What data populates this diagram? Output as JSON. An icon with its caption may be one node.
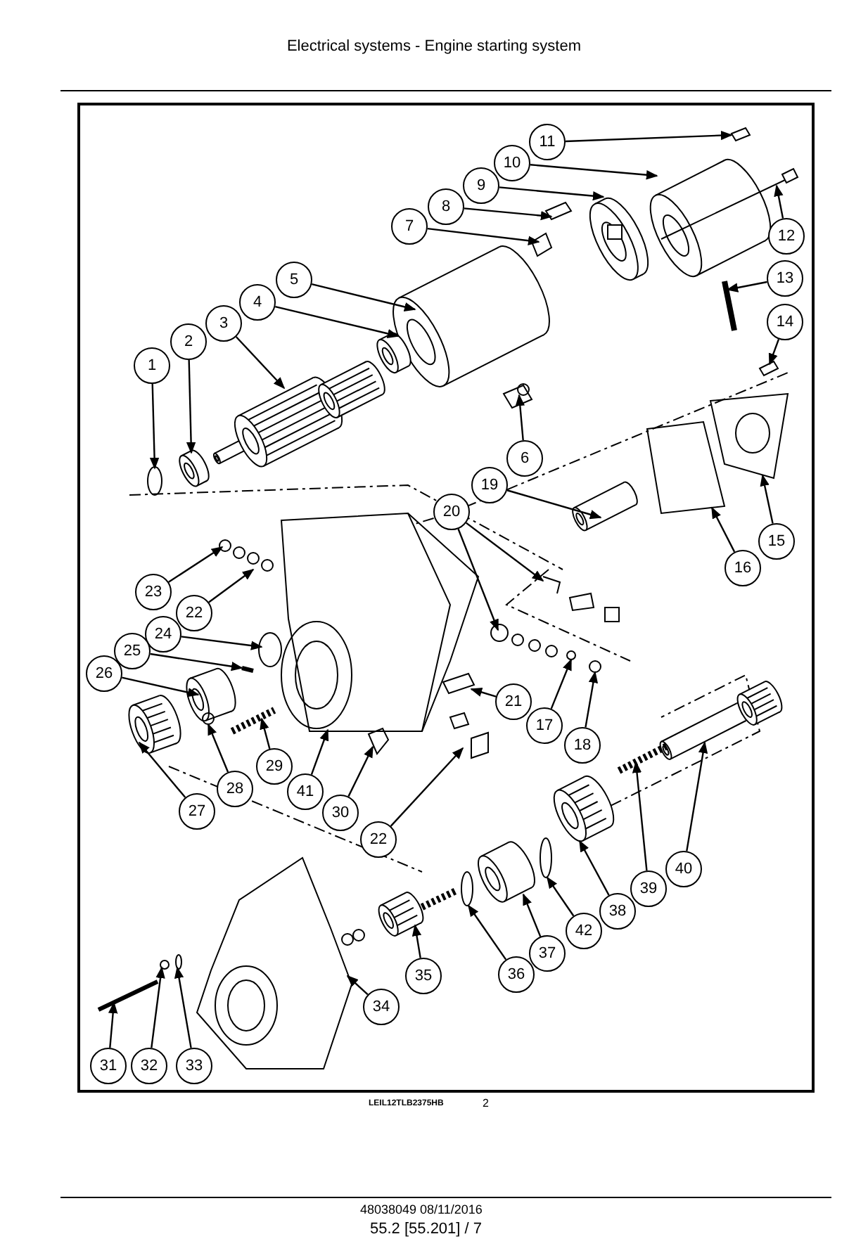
{
  "diagram": {
    "title": "Electrical systems - Engine starting system",
    "nodes": [
      {
        "text": [
          "11"
        ]
      },
      {
        "text": [
          "10"
        ]
      },
      {
        "text": [
          "9"
        ]
      },
      {
        "text": [
          "8"
        ]
      },
      {
        "text": [
          "7"
        ]
      },
      {
        "text": [
          "12"
        ]
      },
      {
        "text": [
          "5"
        ]
      },
      {
        "text": [
          "13"
        ]
      },
      {
        "text": [
          "4"
        ]
      },
      {
        "text": [
          "14"
        ]
      },
      {
        "text": [
          "3"
        ]
      },
      {
        "text": [
          "2"
        ]
      },
      {
        "text": [
          "1"
        ]
      },
      {
        "text": [
          "6"
        ]
      },
      {
        "text": [
          "19"
        ]
      },
      {
        "text": [
          "20"
        ]
      },
      {
        "text": [
          "15"
        ]
      },
      {
        "text": [
          "16"
        ]
      },
      {
        "text": [
          "23"
        ]
      },
      {
        "text": [
          "22"
        ]
      },
      {
        "text": [
          "24"
        ]
      },
      {
        "text": [
          "25"
        ]
      },
      {
        "text": [
          "26"
        ]
      },
      {
        "text": [
          "21"
        ]
      },
      {
        "text": [
          "17"
        ]
      },
      {
        "text": [
          "18"
        ]
      },
      {
        "text": [
          "29"
        ]
      },
      {
        "text": [
          "28"
        ]
      },
      {
        "text": [
          "41"
        ]
      },
      {
        "text": [
          "27"
        ]
      },
      {
        "text": [
          "30"
        ]
      },
      {
        "text": [
          "22"
        ]
      },
      {
        "text": [
          "40"
        ]
      },
      {
        "text": [
          "39"
        ]
      },
      {
        "text": [
          "38"
        ]
      },
      {
        "text": [
          "42"
        ]
      },
      {
        "text": [
          "37"
        ]
      },
      {
        "text": [
          "36"
        ]
      },
      {
        "text": [
          "35"
        ]
      },
      {
        "text": [
          "34"
        ]
      },
      {
        "text": [
          "31"
        ]
      },
      {
        "text": [
          "32"
        ]
      },
      {
        "text": [
          "33"
        ]
      },
      {
        "text": [],
        "shape": "picture"
      },
      {
        "text": [],
        "shape": "picture"
      },
      {
        "text": [],
        "shape": "picture"
      },
      {
        "text": [],
        "shape": "picture"
      },
      {
        "text": [],
        "shape": "picture"
      },
      {
        "text": [],
        "shape": "picture"
      },
      {
        "text": [],
        "shape": "picture"
      },
      {
        "text": [],
        "shape": "picture"
      },
      {
        "text": [],
        "shape": "picture"
      },
      {
        "text": [],
        "shape": "picture"
      },
      {
        "text": [],
        "shape": "picture"
      },
      {
        "text": [],
        "shape": "picture"
      },
      {
        "text": [],
        "shape": "circle"
      },
      {
        "text": [],
        "shape": "picture"
      },
      {
        "text": [],
        "shape": "picture"
      },
      {
        "text": [],
        "shape": "picture"
      },
      {
        "text": [],
        "shape": "picture"
      },
      {
        "text": [],
        "shape": "picture"
      },
      {
        "text": [],
        "shape": "picture"
      },
      {
        "text": [],
        "shape": "circle"
      },
      {
        "text": [],
        "shape": "picture"
      },
      {
        "text": [],
        "shape": "circle"
      },
      {
        "text": [],
        "shape": "picture"
      },
      {
        "text": [],
        "shape": "picture"
      },
      {
        "text": [],
        "shape": "picture"
      },
      {
        "text": [],
        "shape": "circle"
      },
      {
        "text": [],
        "shape": "circle"
      },
      {
        "text": [],
        "shape": "picture"
      },
      {
        "text": [],
        "shape": "circle"
      },
      {
        "text": [],
        "shape": "picture"
      },
      {
        "text": [],
        "shape": "picture"
      },
      {
        "text": [],
        "shape": "picture"
      },
      {
        "text": [],
        "shape": "picture"
      },
      {
        "text": [],
        "shape": "picture"
      },
      {
        "text": [],
        "shape": "picture"
      },
      {
        "text": [],
        "shape": "picture"
      },
      {
        "text": [],
        "shape": "circle"
      },
      {
        "text": [],
        "shape": "picture"
      },
      {
        "text": [],
        "shape": "circle"
      },
      {
        "text": [],
        "shape": "picture"
      },
      {
        "text": [],
        "shape": "picture"
      },
      {
        "text": [],
        "shape": "picture"
      },
      {
        "text": [],
        "shape": "circle"
      },
      {
        "text": [],
        "shape": "circle"
      }
    ],
    "edges": [
      {
        "from": 0,
        "to": 43,
        "arrow": "to"
      },
      {
        "from": 1,
        "to": 44,
        "arrow": "to"
      },
      {
        "from": 2,
        "to": 45,
        "arrow": "to"
      },
      {
        "from": 3,
        "to": 46,
        "arrow": "to"
      },
      {
        "from": 4,
        "to": 47,
        "arrow": "to"
      },
      {
        "from": 5,
        "to": 48,
        "arrow": "to"
      },
      {
        "from": 6,
        "to": 49,
        "arrow": "to"
      },
      {
        "from": 7,
        "to": 50,
        "arrow": "to"
      },
      {
        "from": 8,
        "to": 51,
        "arrow": "to"
      },
      {
        "from": 9,
        "to": 52,
        "arrow": "to"
      },
      {
        "from": 10,
        "to": 53,
        "arrow": "to"
      },
      {
        "from": 11,
        "to": 54,
        "arrow": "to"
      },
      {
        "from": 12,
        "to": 55,
        "arrow": "to"
      },
      {
        "from": 13,
        "to": 56,
        "arrow": "to"
      },
      {
        "from": 14,
        "to": 57,
        "arrow": "to"
      },
      {
        "from": 15,
        "to": 58,
        "arrow": "to"
      },
      {
        "from": 15,
        "to": 59,
        "arrow": "to"
      },
      {
        "from": 16,
        "to": 60,
        "arrow": "to"
      },
      {
        "from": 17,
        "to": 61,
        "arrow": "to"
      },
      {
        "from": 18,
        "to": 62,
        "arrow": "to"
      },
      {
        "from": 19,
        "to": 63,
        "arrow": "to"
      },
      {
        "from": 20,
        "to": 64,
        "arrow": "to"
      },
      {
        "from": 21,
        "to": 65,
        "arrow": "to"
      },
      {
        "from": 22,
        "to": 66,
        "arrow": "to"
      },
      {
        "from": 23,
        "to": 67,
        "arrow": "to"
      },
      {
        "from": 24,
        "to": 68,
        "arrow": "to"
      },
      {
        "from": 25,
        "to": 69,
        "arrow": "to"
      },
      {
        "from": 26,
        "to": 70,
        "arrow": "to"
      },
      {
        "from": 27,
        "to": 71,
        "arrow": "to"
      },
      {
        "from": 28,
        "to": 72,
        "arrow": "to"
      },
      {
        "from": 29,
        "to": 73,
        "arrow": "to"
      },
      {
        "from": 30,
        "to": 74,
        "arrow": "to"
      },
      {
        "from": 31,
        "to": 75,
        "arrow": "to"
      },
      {
        "from": 32,
        "to": 76,
        "arrow": "to"
      },
      {
        "from": 33,
        "to": 77,
        "arrow": "to"
      },
      {
        "from": 34,
        "to": 78,
        "arrow": "to"
      },
      {
        "from": 35,
        "to": 79,
        "arrow": "to"
      },
      {
        "from": 36,
        "to": 80,
        "arrow": "to"
      },
      {
        "from": 37,
        "to": 81,
        "arrow": "to"
      },
      {
        "from": 38,
        "to": 82,
        "arrow": "to"
      },
      {
        "from": 39,
        "to": 83,
        "arrow": "to"
      },
      {
        "from": 40,
        "to": 84,
        "arrow": "to"
      },
      {
        "from": 41,
        "to": 85,
        "arrow": "to"
      },
      {
        "from": 42,
        "to": 86,
        "arrow": "to"
      }
    ],
    "labels": [
      "LEIL12TLB2375HB",
      "2",
      "48038049 08/11/2016",
      "55.2 [55.201] / 7"
    ]
  }
}
